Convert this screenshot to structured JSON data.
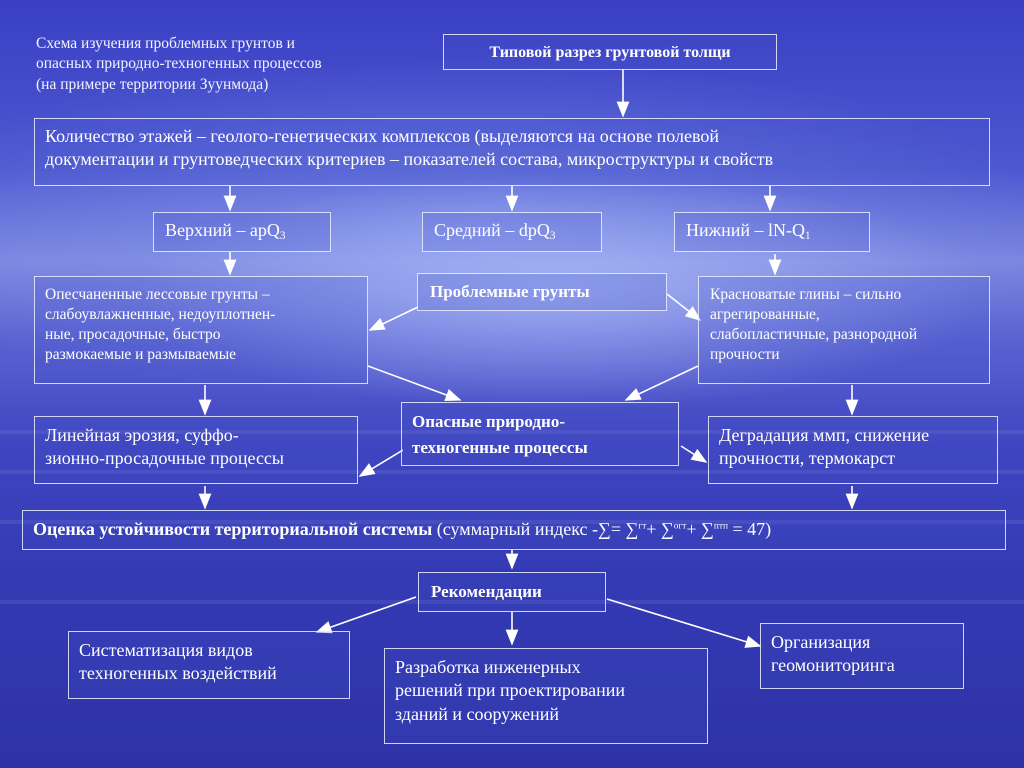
{
  "title_note": [
    "Схема изучения проблемных грунтов и",
    "опасных природно-техногенных процессов",
    "(на примере территории Зуунмода)"
  ],
  "typical_section": "Типовой разрез грунтовой толщи",
  "floors": [
    "Количество этажей – геолого-генетических комплексов (выделяются на основе полевой",
    "документации и грунтоведческих критериев – показателей состава, микроструктуры и свойств"
  ],
  "levels": {
    "upper": {
      "prefix": "Верхний – apQ",
      "sub": "3"
    },
    "middle": {
      "prefix": "Средний – dpQ",
      "sub": "3"
    },
    "lower": {
      "prefix": "Нижний – lN-Q",
      "sub": "1"
    }
  },
  "problem_soils": "Проблемные грунты",
  "left_soils": [
    "Опесчаненные лессовые грунты –",
    "слабоувлажненные, недоуплотнен-",
    "ные, просадочные, быстро",
    "размокаемые и размываемые"
  ],
  "right_soils": [
    "Красноватые глины – сильно",
    "агрегированные,",
    "слабопластичные, разнородной",
    "прочности"
  ],
  "hazards": [
    "Опасные природно-",
    "техногенные процессы"
  ],
  "left_process": [
    "Линейная эрозия, суффо-",
    "зионно-просадочные процессы"
  ],
  "right_process": [
    "Деградация ммп, снижение",
    "прочности, термокарст"
  ],
  "assessment": {
    "bold": "Оценка устойчивости территориальной системы",
    "open": " (суммарный индекс -",
    "sigma": "∑",
    "eq": "= ",
    "sup1": "гт",
    "plus": "+ ",
    "sup2": "огт",
    "sup3": "птп",
    "tail": " = 47)"
  },
  "recommendations": "Рекомендации",
  "rec1": [
    "Систематизация видов",
    "техногенных воздействий"
  ],
  "rec2": [
    "Разработка инженерных",
    "решений при проектировании",
    "зданий и сооружений"
  ],
  "rec3": [
    "Организация",
    "геомониторинга"
  ]
}
